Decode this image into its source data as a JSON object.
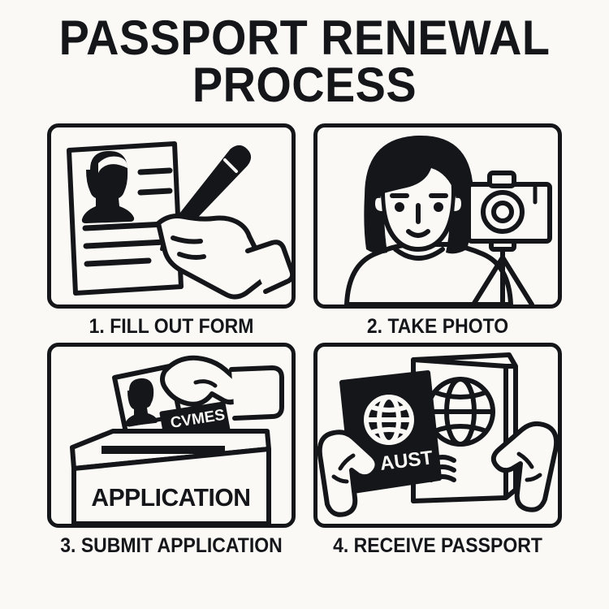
{
  "title": {
    "line1": "PASSPORT RENEWAL",
    "line2": "PROCESS"
  },
  "colors": {
    "background": "#faf9f6",
    "ink": "#14161a",
    "paper": "#faf9f6"
  },
  "steps": [
    {
      "number": "1",
      "caption": "1. FILL OUT FORM",
      "illustration": "application-form-with-hand-and-pen",
      "elements": [
        "form-document",
        "portrait-photo",
        "text-lines",
        "hand",
        "pen"
      ]
    },
    {
      "number": "2",
      "caption": "2. TAKE PHOTO",
      "illustration": "person-portrait-with-camera-on-tripod",
      "elements": [
        "woman-portrait",
        "camera",
        "tripod"
      ]
    },
    {
      "number": "3",
      "caption": "3. SUBMIT APPLICATION",
      "illustration": "hand-dropping-documents-into-submission-box",
      "box_label": "APPLICATION",
      "card_label": "CVMES",
      "elements": [
        "submission-box",
        "form-document",
        "passport-card",
        "hand"
      ]
    },
    {
      "number": "4",
      "caption": "4. RECEIVE PASSPORT",
      "illustration": "two-hands-holding-two-passports",
      "passport_label": "AUST",
      "elements": [
        "dark-passport",
        "light-passport",
        "globe-emblem",
        "left-hand",
        "right-hand"
      ]
    }
  ]
}
